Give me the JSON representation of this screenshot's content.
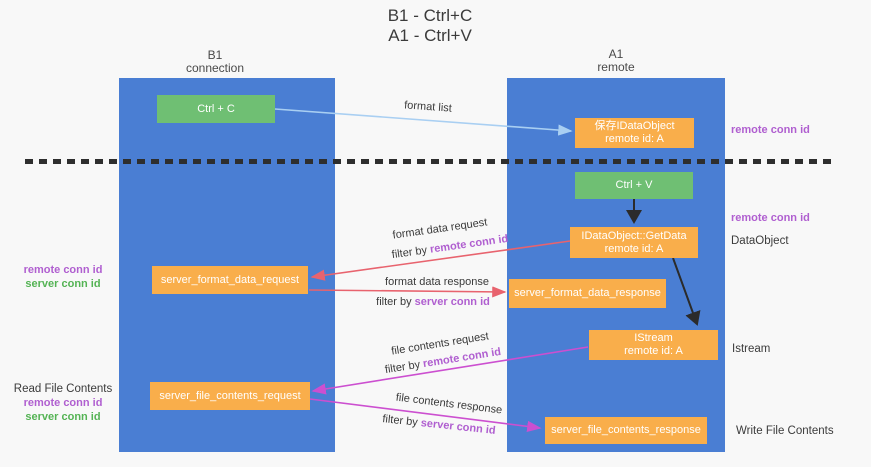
{
  "title": {
    "line1": "B1 - Ctrl+C",
    "line2": "A1 - Ctrl+V"
  },
  "lanes": {
    "left": {
      "name": "B1",
      "role": "connection"
    },
    "right": {
      "name": "A1",
      "role": "remote"
    }
  },
  "nodes": {
    "ctrl_c": "Ctrl + C",
    "ctrl_v": "Ctrl + V",
    "save_dataobject_line1": "保存IDataObject",
    "save_dataobject_line2": "remote id: A",
    "getdata_line1": "IDataObject::GetData",
    "getdata_line2": "remote id: A",
    "format_request": "server_format_data_request",
    "format_response": "server_format_data_response",
    "istream_line1": "IStream",
    "istream_line2": "remote id: A",
    "file_request": "server_file_contents_request",
    "file_response": "server_file_contents_response"
  },
  "edges": {
    "format_list": "format list",
    "format_data_request": "format data request",
    "format_data_response": "format data response",
    "file_contents_request": "file contents request",
    "file_contents_response": "file contents response",
    "filter_by": "filter by",
    "remote_conn_id": "remote conn id",
    "server_conn_id": "server conn id"
  },
  "annotations": {
    "remote_conn_id": "remote conn id",
    "server_conn_id": "server conn id",
    "dataobject": "DataObject",
    "istream": "Istream",
    "read_file_contents": "Read File Contents",
    "write_file_contents": "Write File Contents"
  },
  "colors": {
    "lane_blue": "#4a7ed3",
    "node_orange": "#f9ae4b",
    "node_green": "#6fbf73",
    "purple_text": "#b05fd0",
    "green_text": "#54b354",
    "red_arrow": "#e8636e",
    "magenta_arrow": "#cc4fd0",
    "lightblue_arrow": "#a9cff2",
    "dark_text": "#333333"
  }
}
